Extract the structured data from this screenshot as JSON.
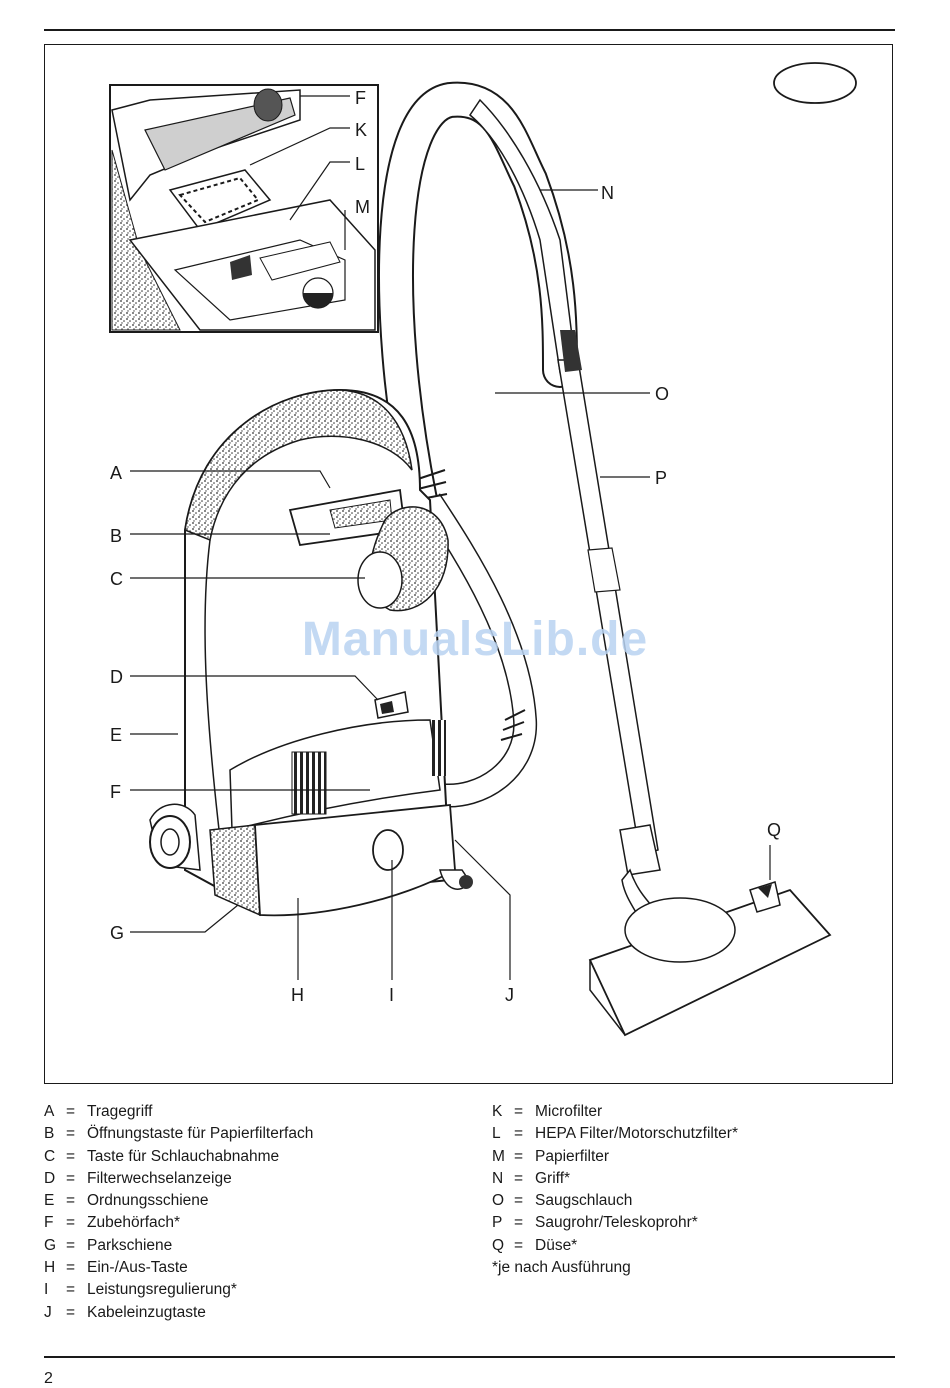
{
  "figure": {
    "labels": {
      "F1": "F",
      "K": "K",
      "L": "L",
      "M": "M",
      "N": "N",
      "O": "O",
      "P": "P",
      "Q": "Q",
      "A": "A",
      "B": "B",
      "C": "C",
      "D": "D",
      "E": "E",
      "F2": "F",
      "G": "G",
      "H": "H",
      "I": "I",
      "J": "J"
    },
    "watermark": "ManualsLib.de"
  },
  "legend": {
    "left": [
      {
        "key": "A",
        "text": "Tragegriff"
      },
      {
        "key": "B",
        "text": "Öffnungstaste für Papierfilterfach"
      },
      {
        "key": "C",
        "text": "Taste für Schlauchabnahme"
      },
      {
        "key": "D",
        "text": "Filterwechselanzeige"
      },
      {
        "key": "E",
        "text": "Ordnungsschiene"
      },
      {
        "key": "F",
        "text": "Zubehörfach*"
      },
      {
        "key": "G",
        "text": "Parkschiene"
      },
      {
        "key": "H",
        "text": "Ein-/Aus-Taste"
      },
      {
        "key": "I",
        "text": "Leistungsregulierung*"
      },
      {
        "key": "J",
        "text": "Kabeleinzugtaste"
      }
    ],
    "right": [
      {
        "key": "K",
        "text": "Microfilter"
      },
      {
        "key": "L",
        "text": "HEPA Filter/Motorschutzfilter*"
      },
      {
        "key": "M",
        "text": "Papierfilter"
      },
      {
        "key": "N",
        "text": "Griff*"
      },
      {
        "key": "O",
        "text": "Saugschlauch"
      },
      {
        "key": "P",
        "text": "Saugrohr/Teleskoprohr*"
      },
      {
        "key": "Q",
        "text": "Düse*"
      }
    ],
    "footnote": "*je nach Ausführung",
    "separator": "="
  },
  "page_number": "2"
}
